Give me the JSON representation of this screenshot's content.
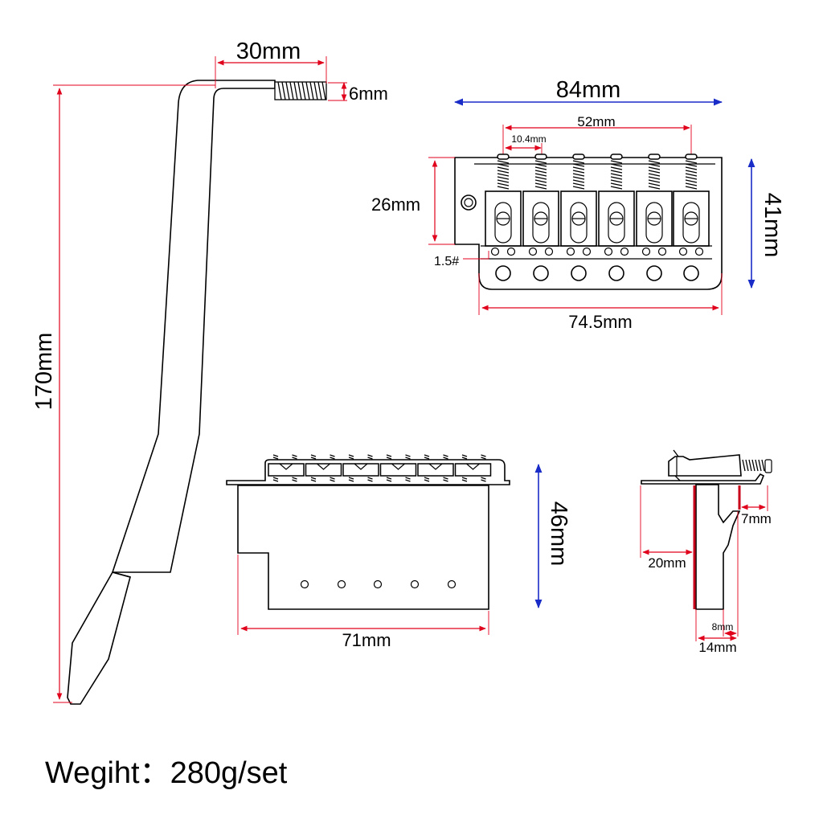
{
  "colors": {
    "red": "#e0001b",
    "blue": "#1a2cc8",
    "line": "#000000"
  },
  "arm": {
    "length_label": "170mm",
    "width_label": "30mm",
    "thread_label": "6mm"
  },
  "bridge_top": {
    "overall_width_label": "84mm",
    "string_spread_label": "52mm",
    "saddle_spacing_label": "10.4mm",
    "plate_height_label": "26mm",
    "total_height_label": "41mm",
    "base_width_label": "74.5mm",
    "screw_label": "1.5#"
  },
  "bridge_front": {
    "block_height_label": "46mm",
    "block_width_label": "71mm"
  },
  "bridge_side": {
    "offset_label": "20mm",
    "lip_label": "7mm",
    "inner_label": "8mm",
    "depth_label": "14mm"
  },
  "weight": {
    "text": "Wegiht：280g/set"
  }
}
